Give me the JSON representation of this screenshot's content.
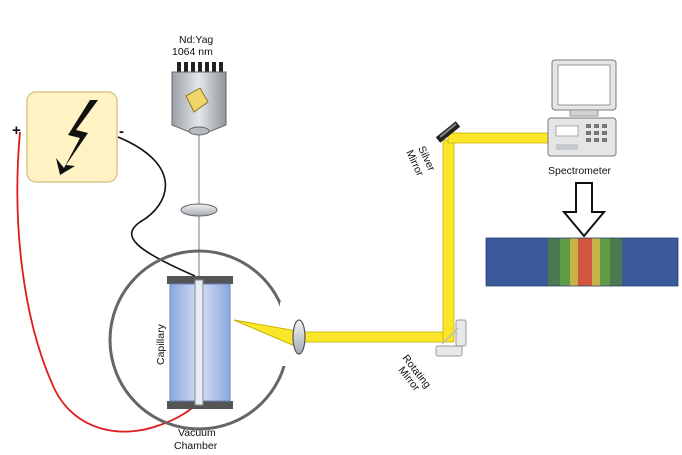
{
  "laser": {
    "line1": "Nd:Yag",
    "line2": "1064 nm"
  },
  "power_supply": {
    "plus": "+",
    "minus": "-"
  },
  "labels": {
    "capillary": "Capillary",
    "vacuum_line1": "Vacuum",
    "vacuum_line2": "Chamber",
    "silver_line1": "Silver",
    "silver_line2": "Mirror",
    "rotating_line1": "Rotating",
    "rotating_line2": "Mirror",
    "spectrometer": "Spectrometer"
  },
  "spectrum": {
    "band_colors": [
      "#3a5a9a",
      "#4c7a50",
      "#5f9a47",
      "#c5b347",
      "#d2553d",
      "#c5b347",
      "#5f9a47",
      "#4c7a50",
      "#3a5a9a"
    ]
  },
  "colors": {
    "beam": "#fbe62a",
    "beam_edge": "#c7b200",
    "wire_positive": "#e01b1b",
    "wire_negative": "#111111",
    "power_box": "#fff3c4",
    "capillary": "#b9cdf0",
    "chamber": "#666666"
  }
}
